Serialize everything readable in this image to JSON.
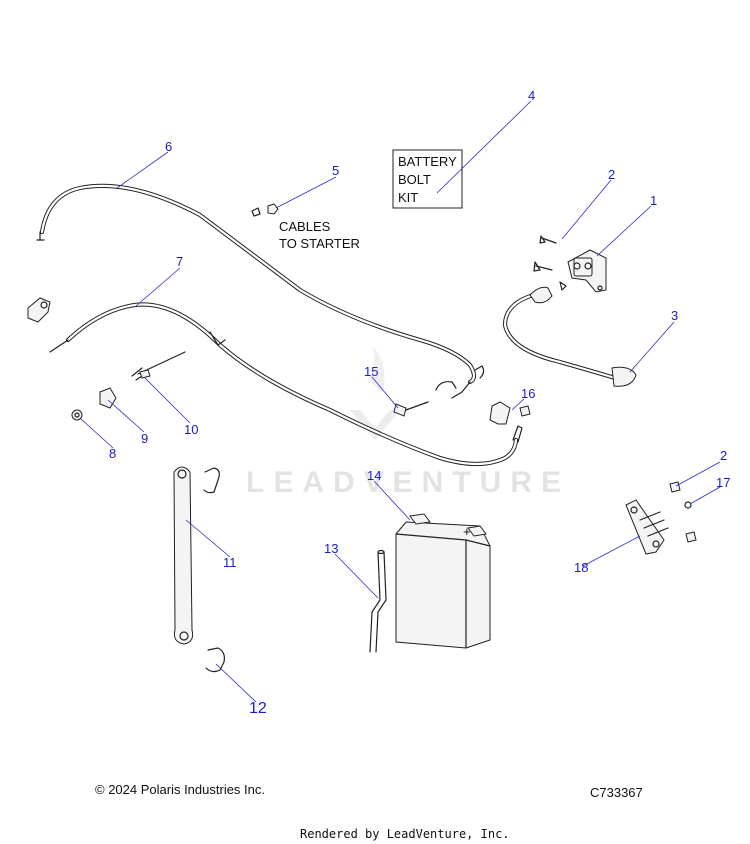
{
  "watermark": "LEADVENTURE",
  "notes": {
    "battery_bolt_kit": [
      "BATTERY",
      "BOLT",
      "KIT"
    ],
    "cables_to_starter": [
      "CABLES",
      "TO STARTER"
    ]
  },
  "callouts": {
    "c1": "1",
    "c2a": "2",
    "c2b": "2",
    "c3": "3",
    "c4": "4",
    "c5": "5",
    "c6": "6",
    "c7": "7",
    "c8": "8",
    "c9": "9",
    "c10": "10",
    "c11": "11",
    "c12": "12",
    "c13": "13",
    "c14": "14",
    "c15": "15",
    "c16": "16",
    "c17": "17",
    "c18": "18"
  },
  "footer": {
    "copyright": "© 2024 Polaris Industries Inc.",
    "diagram_code": "C733367",
    "rendered_by": "Rendered by LeadVenture, Inc."
  }
}
